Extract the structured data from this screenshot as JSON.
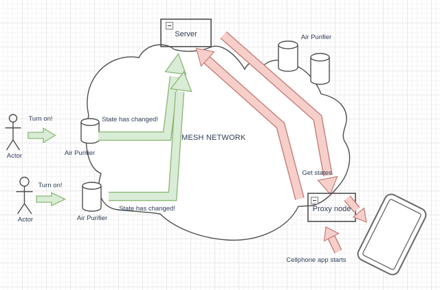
{
  "diagram": {
    "cloud_label": "MESH NETWORK",
    "server": {
      "label": "Server"
    },
    "proxy": {
      "label": "Proxy node"
    },
    "actors": [
      {
        "label": "Actor"
      },
      {
        "label": "Actor"
      }
    ],
    "labels": {
      "turn_on_1": "Turn on!",
      "turn_on_2": "Turn on!",
      "air_purifier_1": "Air Purifier",
      "air_purifier_2": "Air Purifier",
      "air_purifier_3": "Air Purifier",
      "state_changed_1": "State has changed!",
      "state_changed_2": "State has changed!",
      "get_states": "Get states",
      "cellphone_app_starts": "Cellphone app starts"
    },
    "colors": {
      "green_fill": "#d9ecd6",
      "green_stroke": "#8ab873",
      "red_fill": "#f6cfcb",
      "red_stroke": "#c9827c",
      "shape_stroke": "#4d4d4d",
      "text": "#2d3b52",
      "grid_minor": "#f6f4f4",
      "grid_major": "#e9e7e7"
    }
  }
}
